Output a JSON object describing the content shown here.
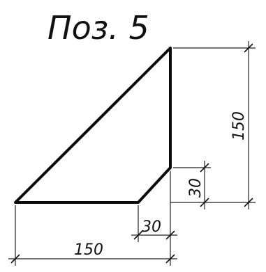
{
  "title": "Поз. 5",
  "dimensions": {
    "bottom_overall": "150",
    "bottom_chamfer": "30",
    "right_overall": "150",
    "right_chamfer": "30"
  },
  "colors": {
    "ink": "#0b0b0b",
    "paper": "#ffffff"
  }
}
